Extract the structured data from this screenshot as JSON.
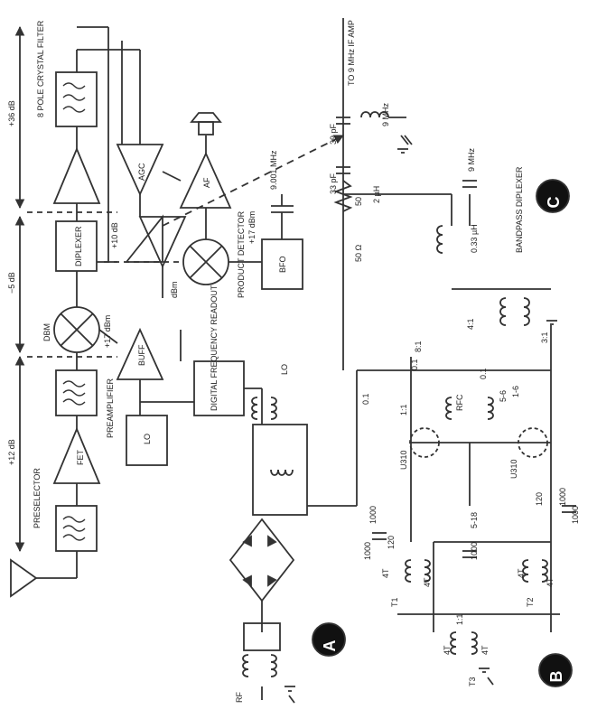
{
  "labels": {
    "preselector": "PRESELECTOR",
    "preamplifier": "PREAMPLIFIER",
    "fet": "FET",
    "dbm": "DBM",
    "diplexer": "DIPLEXER",
    "crystal_filter": "8 POLE CRYSTAL FILTER",
    "agc": "AGC",
    "af": "AF",
    "bfo": "BFO",
    "product_detector": "PRODUCT DETECTOR",
    "lo": "LO",
    "lo_tap": "LO",
    "buff": "BUFF",
    "digital_readout": "DIGITAL FREQUENCY READOUT",
    "gain_preselector": "+12 dB",
    "gain_dbm": "−5 dB",
    "gain_if": "+36 dB",
    "level_if_out": "+10 dB",
    "level_mixer_in": "+17 dBm",
    "level_bfo": "+17 dBm",
    "level_dbm_side": "dBm",
    "if_freq": "9.001 MHz",
    "to_if_amp": "TO 9 MHz IF AMP",
    "xtal_9mhz": "9 MHz",
    "freq_9mhz_c": "9 MHz",
    "bandpass_diplexer": "BANDPASS DIPLEXER",
    "cap_c1": "39 pF",
    "cap_c2": "33 pF",
    "ind_l1": "2 µH",
    "ind_l2": "0.33 µH",
    "res_50_a": "50",
    "res_50_b": "50 Ω",
    "ratio_41": "4:1",
    "ratio_11": "1:1",
    "ratio_8_1": "8:1",
    "turns_4t_a": "4T",
    "turns_4t_b": "4T",
    "turns_4t_c": "4T",
    "turns_4t_d": "4T",
    "turns_4t_e": "4T",
    "turns_4t_f": "4T",
    "t1": "T1",
    "t2": "T2",
    "t3": "T3",
    "fet_q1": "U310",
    "fet_q2": "U310",
    "cap_1000_a": "1000",
    "cap_1000_b": "1000",
    "cap_1000_c": "1000",
    "cap_1000_d": "1000",
    "cap_1000_e": "1000",
    "res_120": "120",
    "res_120_b": "120",
    "cap_5_18": "5-18",
    "cap_0_1": "0.1",
    "cap_0_1_b": "0.1",
    "cap_01_rf": "0.1",
    "ind_rfc": "RFC",
    "cap_misc": "5-6",
    "cap_misc_b": "1-6",
    "ratio_3_1": "3:1",
    "rf_in": "RF",
    "ratio_1_1_b": "1:1",
    "marker_a": "A",
    "marker_b": "B",
    "marker_c": "C"
  }
}
